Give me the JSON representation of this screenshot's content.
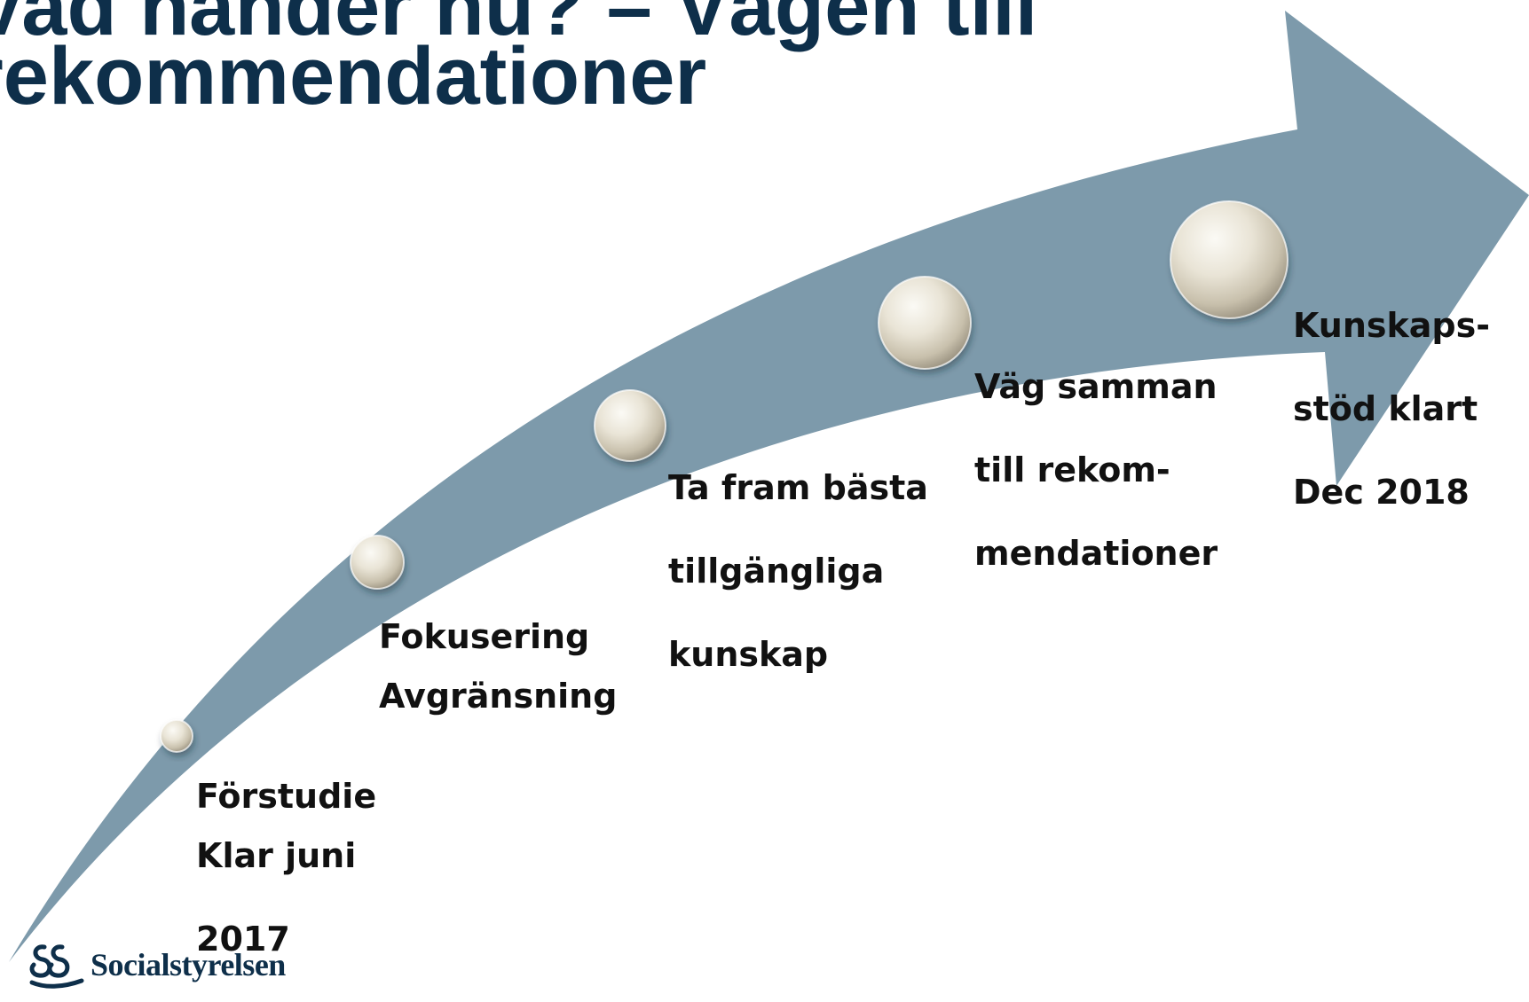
{
  "slide": {
    "title_lines": [
      "Vad händer nu? – Vägen till",
      "rekommendationer"
    ]
  },
  "timeline": {
    "steps": [
      {
        "lines": [
          "Förstudie"
        ],
        "sub_lines": [
          "Klar juni",
          "2017"
        ]
      },
      {
        "lines": [
          "Fokusering"
        ],
        "sub_lines": [
          "Avgränsning"
        ]
      },
      {
        "lines": [
          "Ta fram bästa",
          "tillgängliga",
          "kunskap"
        ],
        "sub_lines": []
      },
      {
        "lines": [
          "Väg samman",
          "till rekom-",
          "mendationer"
        ],
        "sub_lines": []
      },
      {
        "lines": [
          "Kunskaps-",
          "stöd klart",
          "Dec 2018"
        ],
        "sub_lines": []
      }
    ]
  },
  "footer": {
    "logo_text": "Socialstyrelsen"
  },
  "colors": {
    "title": "#0e2f4a",
    "arrow": "#7d9aab",
    "text": "#111111"
  }
}
